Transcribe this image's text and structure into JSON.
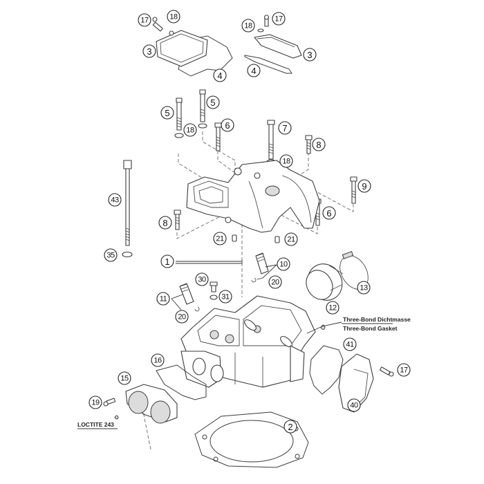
{
  "diagram": {
    "title": "Cylinder head exploded parts diagram",
    "callouts": [
      {
        "id": "17a",
        "number": "17",
        "part": "screw (left valve cover)"
      },
      {
        "id": "18a",
        "number": "18",
        "part": "washer (left valve cover)"
      },
      {
        "id": "3a",
        "number": "3",
        "part": "valve cover (left)"
      },
      {
        "id": "4a",
        "number": "4",
        "part": "valve cover gasket (left)"
      },
      {
        "id": "17b",
        "number": "17",
        "part": "screw (right cover)"
      },
      {
        "id": "18b",
        "number": "18",
        "part": "washer (right cover)"
      },
      {
        "id": "3b",
        "number": "3",
        "part": "cover (right)"
      },
      {
        "id": "4b",
        "number": "4",
        "part": "gasket (right)"
      },
      {
        "id": "5a",
        "number": "5",
        "part": "screw"
      },
      {
        "id": "5b",
        "number": "5",
        "part": "screw"
      },
      {
        "id": "18c",
        "number": "18",
        "part": "washer"
      },
      {
        "id": "6a",
        "number": "6",
        "part": "screw"
      },
      {
        "id": "7",
        "number": "7",
        "part": "screw"
      },
      {
        "id": "8a",
        "number": "8",
        "part": "screw"
      },
      {
        "id": "18d",
        "number": "18",
        "part": "washer"
      },
      {
        "id": "9",
        "number": "9",
        "part": "screw"
      },
      {
        "id": "43",
        "number": "43",
        "part": "cylinder head stud bolt"
      },
      {
        "id": "6b",
        "number": "6",
        "part": "screw"
      },
      {
        "id": "8b",
        "number": "8",
        "part": "screw"
      },
      {
        "id": "21a",
        "number": "21",
        "part": "dowel pin"
      },
      {
        "id": "21b",
        "number": "21",
        "part": "dowel pin"
      },
      {
        "id": "35",
        "number": "35",
        "part": "washer"
      },
      {
        "id": "1",
        "number": "1",
        "part": "cylinder head assembly"
      },
      {
        "id": "10",
        "number": "10",
        "part": "valve guide"
      },
      {
        "id": "20a",
        "number": "20",
        "part": "circlip"
      },
      {
        "id": "30",
        "number": "30",
        "part": "plug screw"
      },
      {
        "id": "31",
        "number": "31",
        "part": "seal ring"
      },
      {
        "id": "13",
        "number": "13",
        "part": "hose clamp"
      },
      {
        "id": "11",
        "number": "11",
        "part": "valve guide"
      },
      {
        "id": "12",
        "number": "12",
        "part": "intake flange"
      },
      {
        "id": "20b",
        "number": "20",
        "part": "circlip"
      },
      {
        "id": "41",
        "number": "41",
        "part": "gasket"
      },
      {
        "id": "16",
        "number": "16",
        "part": "exhaust flange gasket"
      },
      {
        "id": "17c",
        "number": "17",
        "part": "screw"
      },
      {
        "id": "15",
        "number": "15",
        "part": "exhaust flange"
      },
      {
        "id": "40",
        "number": "40",
        "part": "cover"
      },
      {
        "id": "19",
        "number": "19",
        "part": "screw"
      },
      {
        "id": "2",
        "number": "2",
        "part": "cylinder head gasket"
      }
    ],
    "notes": {
      "sealant_de": "Three-Bond Dichtmasse",
      "sealant_en": "Three-Bond Gasket",
      "threadlock": "LOCTITE 243"
    }
  }
}
